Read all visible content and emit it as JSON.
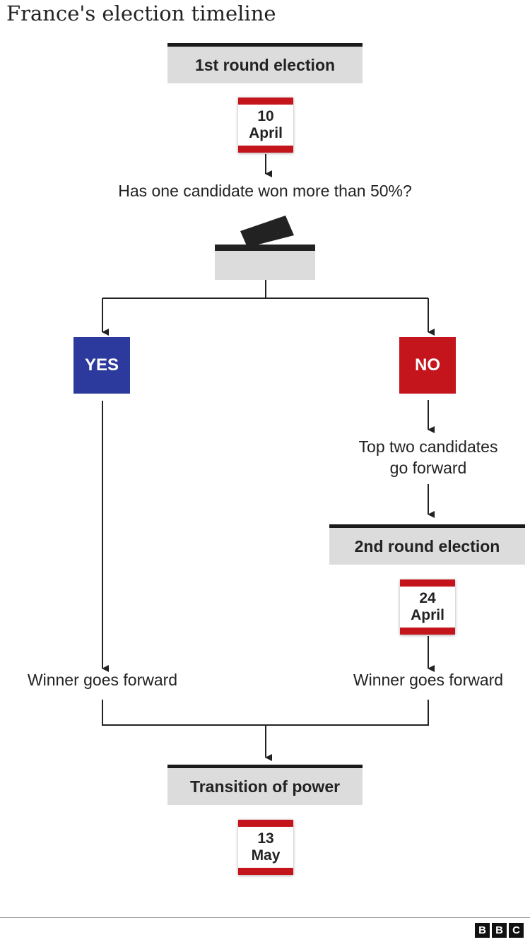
{
  "title": "France's election timeline",
  "first_round": {
    "label": "1st round election",
    "day": "10",
    "month": "April"
  },
  "question": "Has one candidate won more than 50%?",
  "yes": {
    "label": "YES",
    "color": "#2b3a9c"
  },
  "no": {
    "label": "NO",
    "color": "#c4141c"
  },
  "top_two": {
    "line1": "Top two candidates",
    "line2": "go forward"
  },
  "second_round": {
    "label": "2nd round election",
    "day": "24",
    "month": "April"
  },
  "winner_left": "Winner goes forward",
  "winner_right": "Winner goes forward",
  "transition": {
    "label": "Transition of power",
    "day": "13",
    "month": "May"
  },
  "logo": [
    "B",
    "B",
    "C"
  ]
}
